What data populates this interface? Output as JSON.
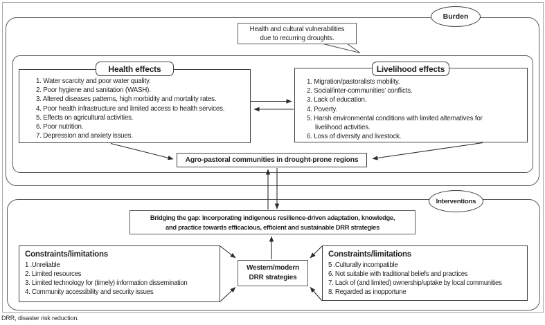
{
  "colors": {
    "line": "#3f3f41",
    "container": "#58595b",
    "frame": "#a7a9ac",
    "text": "#231f20"
  },
  "burden_label": "Burden",
  "interventions_label": "Interventions",
  "callout_text": "Health and cultural vulnerabilities\ndue to recurring droughts.",
  "health_effects": {
    "title": "Health effects",
    "items": [
      "1. Water scarcity and poor water quality.",
      "2. Poor hygiene and sanitation (WASH).",
      "3. Altered diseases patterns, high morbidity and mortality rates.",
      "4. Poor health infrastructure and limited access to health services.",
      "5. Effects on agricultural activities.",
      "6. Poor nutrition.",
      "7. Depression and anxiety issues."
    ]
  },
  "livelihood_effects": {
    "title": "Livelihood effects",
    "items": [
      "1. Migration/pastoralists mobility.",
      "2. Social/inter-communities’ conflicts.",
      "3. Lack of education.",
      "4. Poverty.",
      "5. Harsh environmental conditions with limited alternatives for\nlivelihood activities.",
      "6. Loss of diversity and livestock."
    ]
  },
  "agro_label": "Agro-pastoral communities in drought-prone regions",
  "bridging_label": "Bridging the gap: Incorporating indigenous resilience-driven adaptation, knowledge,\nand practice towards efficacious, efficient and sustainable DRR strategies",
  "western_label": "Western/modern\nDRR strategies",
  "constraints_left": {
    "title": "Constraints/limitations",
    "items": [
      "1 .Unreliable",
      "2. Limited resources",
      "3. Limited technology for (timely) information dissemination",
      "4. Community accessibility and security issues"
    ]
  },
  "constraints_right": {
    "title": "Constraints/limitations",
    "items": [
      "5 .Culturally incompatible",
      "6. Not suitable with traditional beliefs and practices",
      "7. Lack of (and limited) ownership/uptake by local communities",
      "8. Regarded as inopportune"
    ]
  },
  "footnote": "DRR, disaster risk reduction."
}
